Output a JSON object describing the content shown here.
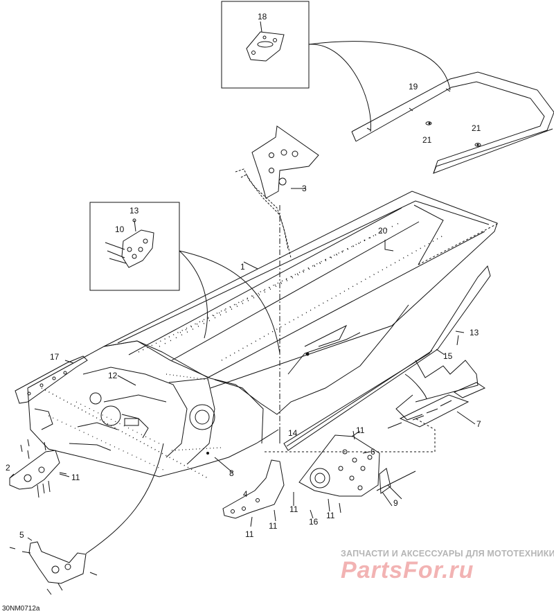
{
  "diagram": {
    "code": "30NM0712a",
    "watermark": {
      "subtitle": "ЗАПЧАСТИ И АКСЕССУАРЫ ДЛЯ МОТОТЕХНИКИ",
      "logo": "PartsFor.ru"
    },
    "labels": [
      "18",
      "19",
      "21",
      "21",
      "3",
      "13",
      "10",
      "20",
      "1",
      "13",
      "15",
      "17",
      "12",
      "7",
      "14",
      "11",
      "6",
      "2",
      "11",
      "8",
      "4",
      "9",
      "11",
      "11",
      "16",
      "11",
      "11",
      "5"
    ]
  }
}
